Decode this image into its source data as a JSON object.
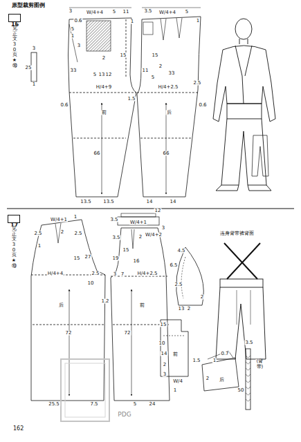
{
  "diagram": {
    "title": "原型裁剪图例",
    "nodes": [
      {
        "text": [
          "16"
        ]
      },
      {
        "text": [
          "17"
        ]
      }
    ],
    "labels": [
      "见正文30页★⑱",
      "3",
      "W/4+4",
      "5",
      "11",
      "3.5",
      "W/4+4",
      "5",
      "0.6",
      "1",
      "1",
      "3",
      "25",
      "1",
      "5",
      "1",
      "3",
      "2",
      "15",
      "15",
      "2",
      "11",
      "5",
      "33",
      "5",
      "13",
      "12",
      "33",
      "H/4+9",
      "H/4+2.5",
      "2.5",
      "1.5",
      "0.6",
      "0.6",
      "前",
      "后",
      "66",
      "66",
      "13.5",
      "13.5",
      "14",
      "14",
      "见正文30页★⑲",
      "12",
      "3.5",
      "W/4+1",
      "1",
      "W/4+1",
      "3",
      "2.5",
      "2",
      "2.5",
      "W/4+2",
      "2",
      "3.5",
      "1",
      "4.5",
      "15",
      "27",
      "15",
      "19",
      "16",
      "6.5",
      "H/4+4",
      "2.5",
      "3",
      "7",
      "H/4+2.5",
      "10",
      "2.5",
      "2",
      "1.2",
      "后",
      "前",
      "13",
      "2",
      "连身背带裤背面",
      "15",
      "72",
      "72",
      "3.5",
      "10",
      "14",
      "0.7",
      "前",
      "1",
      "1.5",
      "2",
      "(背带)",
      "3",
      "W/4",
      "2",
      "后",
      "1",
      "50",
      "25.5",
      "7.5",
      "5",
      "24",
      "PDG",
      "162"
    ]
  }
}
